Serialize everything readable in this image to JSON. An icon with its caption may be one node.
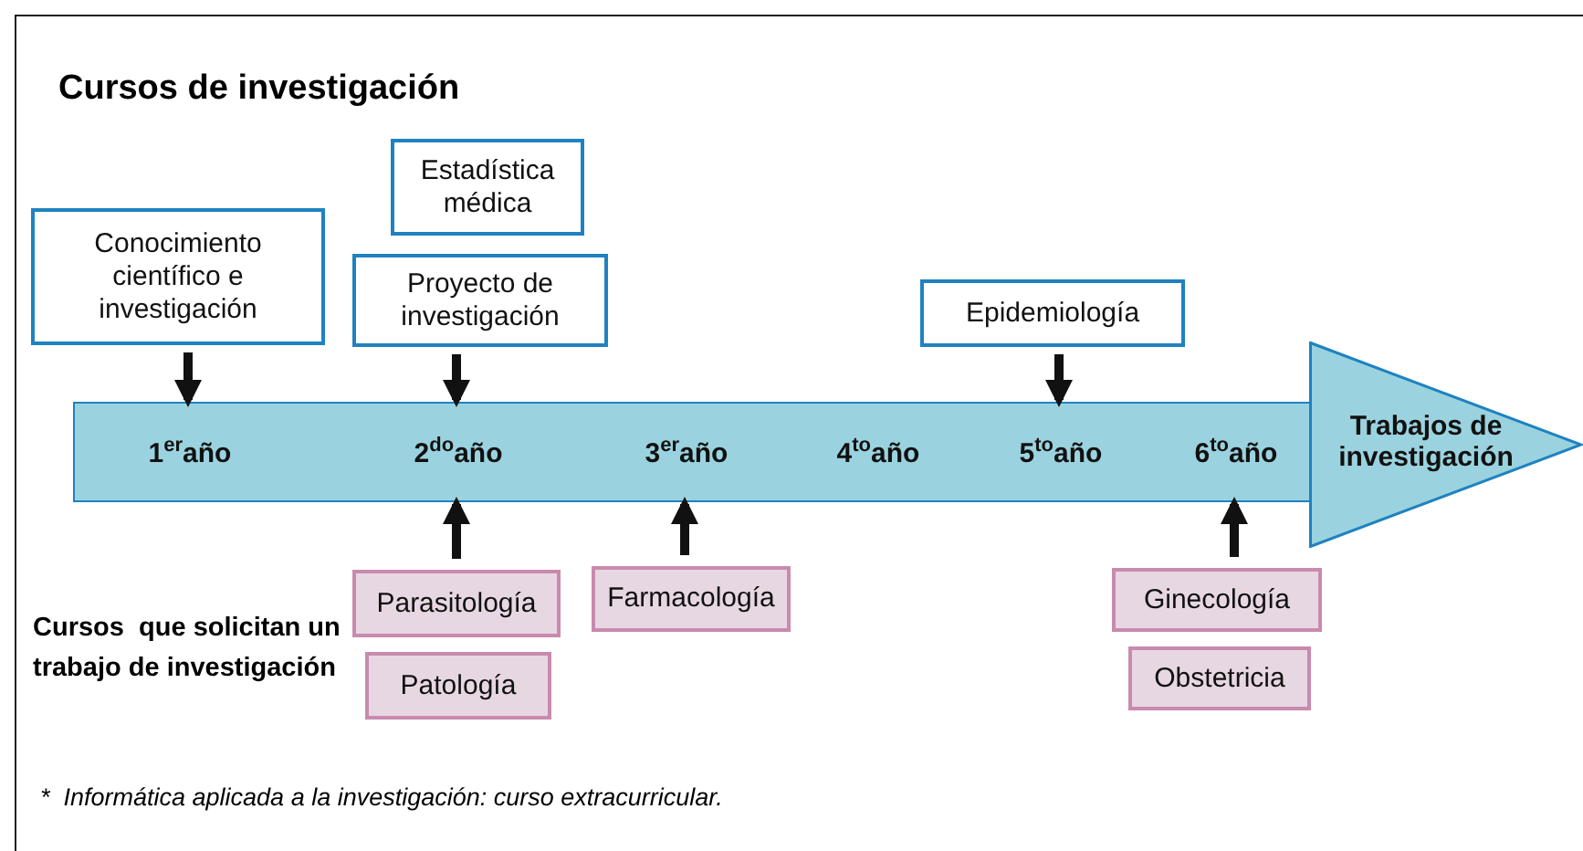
{
  "diagram": {
    "title": "Cursos de investigación",
    "nodes": [
      {
        "text": [],
        "shape": "bar"
      },
      {
        "text": [
          "1$^{er}$año"
        ],
        "in": 0
      },
      {
        "text": [
          "2$^{do}$año"
        ],
        "in": 0
      },
      {
        "text": [
          "3$^{er}$año"
        ],
        "in": 0
      },
      {
        "text": [
          "4$^{to}$año"
        ],
        "in": 0
      },
      {
        "text": [
          "5$^{to}$año"
        ],
        "in": 0
      },
      {
        "text": [
          "6$^{to}$año"
        ],
        "in": 0
      },
      {
        "text": [
          "Trabajos de investigación"
        ]
      },
      {
        "text": [
          "Conocimiento científico e investigación"
        ]
      },
      {
        "text": [
          "Estadística médica"
        ]
      },
      {
        "text": [
          "Proyecto de investigación"
        ]
      },
      {
        "text": [
          "Epidemiología"
        ]
      },
      {
        "text": [
          "Parasitología"
        ]
      },
      {
        "text": [
          "Patología"
        ]
      },
      {
        "text": [
          "Farmacología"
        ]
      },
      {
        "text": [
          "Ginecología"
        ]
      },
      {
        "text": [
          "Obstetricia"
        ]
      }
    ],
    "edges": [
      {
        "from": 8,
        "to": 1,
        "arrow": "to"
      },
      {
        "from": 10,
        "to": 2,
        "arrow": "to"
      },
      {
        "from": 11,
        "to": 5,
        "arrow": "to"
      },
      {
        "from": 12,
        "to": 2,
        "arrow": "to"
      },
      {
        "from": 14,
        "to": 3,
        "arrow": "to"
      },
      {
        "from": 15,
        "to": 6,
        "arrow": "to"
      }
    ],
    "labels": [
      "Cursos  que solicitan un trabajo de investigación",
      "*  Informática aplicada a la investigación: curso extracurricular."
    ]
  }
}
